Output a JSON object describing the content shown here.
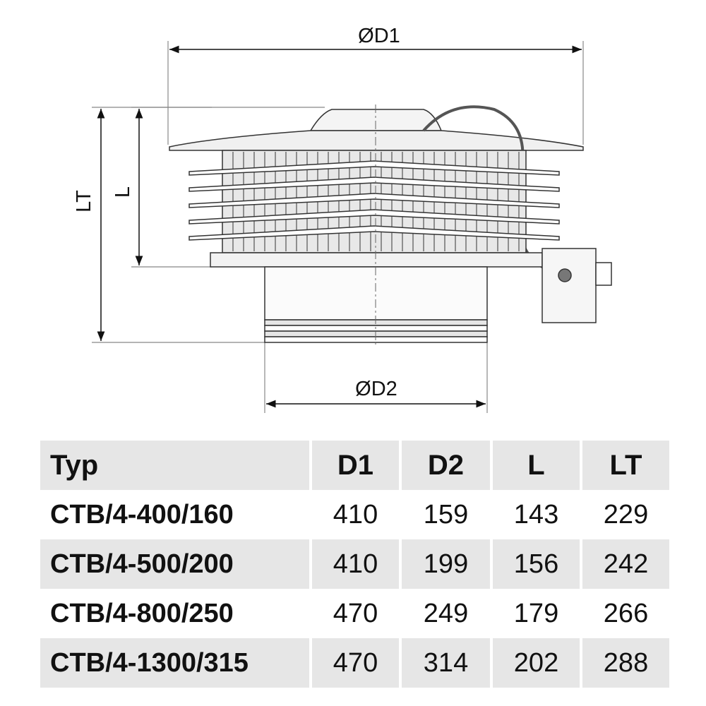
{
  "drawing": {
    "labels": {
      "d1": "ØD1",
      "d2": "ØD2",
      "l": "L",
      "lt": "LT"
    }
  },
  "table": {
    "headers": {
      "typ": "Typ",
      "d1": "D1",
      "d2": "D2",
      "l": "L",
      "lt": "LT"
    },
    "rows": [
      {
        "typ": "CTB/4-400/160",
        "d1": "410",
        "d2": "159",
        "l": "143",
        "lt": "229"
      },
      {
        "typ": "CTB/4-500/200",
        "d1": "410",
        "d2": "199",
        "l": "156",
        "lt": "242"
      },
      {
        "typ": "CTB/4-800/250",
        "d1": "470",
        "d2": "249",
        "l": "179",
        "lt": "266"
      },
      {
        "typ": "CTB/4-1300/315",
        "d1": "470",
        "d2": "314",
        "l": "202",
        "lt": "288"
      }
    ]
  }
}
